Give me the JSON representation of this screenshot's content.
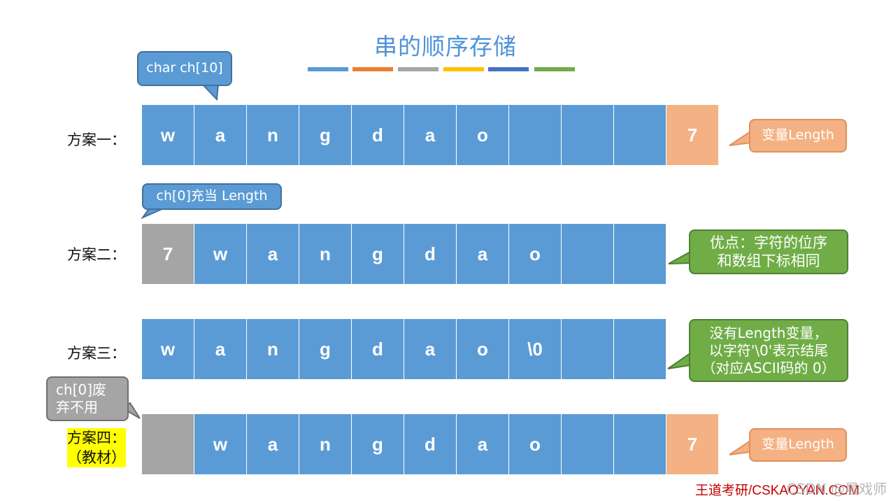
{
  "title": "串的顺序存储",
  "title_bar_colors": [
    "#5b9bd5",
    "#ed7d31",
    "#a5a5a5",
    "#ffc000",
    "#4472c4",
    "#70ad47"
  ],
  "rows": {
    "row1": {
      "label": "方案一：",
      "cells": [
        "w",
        "a",
        "n",
        "g",
        "d",
        "a",
        "o",
        "",
        "",
        ""
      ],
      "length_cell": "7"
    },
    "row2": {
      "label": "方案二：",
      "first_cell": "7",
      "cells": [
        "w",
        "a",
        "n",
        "g",
        "d",
        "a",
        "o",
        "",
        ""
      ]
    },
    "row3": {
      "label": "方案三：",
      "cells": [
        "w",
        "a",
        "n",
        "g",
        "d",
        "a",
        "o",
        "\\0",
        "",
        ""
      ]
    },
    "row4": {
      "label_line1": "方案四：",
      "label_line2": "（教材）",
      "first_cell": "",
      "cells": [
        "w",
        "a",
        "n",
        "g",
        "d",
        "a",
        "o",
        "",
        ""
      ],
      "length_cell": "7"
    }
  },
  "callouts": {
    "char_array": "char ch[10]",
    "length_var_1": "变量Length",
    "ch0_length": "ch[0]充当 Length",
    "advantage": "优点：字符的位序\n和数组下标相同",
    "no_length": "没有Length变量，\n以字符'\\0'表示结尾\n（对应ASCII码的 0）",
    "ch0_unused": "ch[0]废\n弃不用",
    "length_var_4": "变量Length"
  },
  "footer": "王道考研/CSKAOYAN.COM",
  "watermark": "CSDN @晨戏师"
}
